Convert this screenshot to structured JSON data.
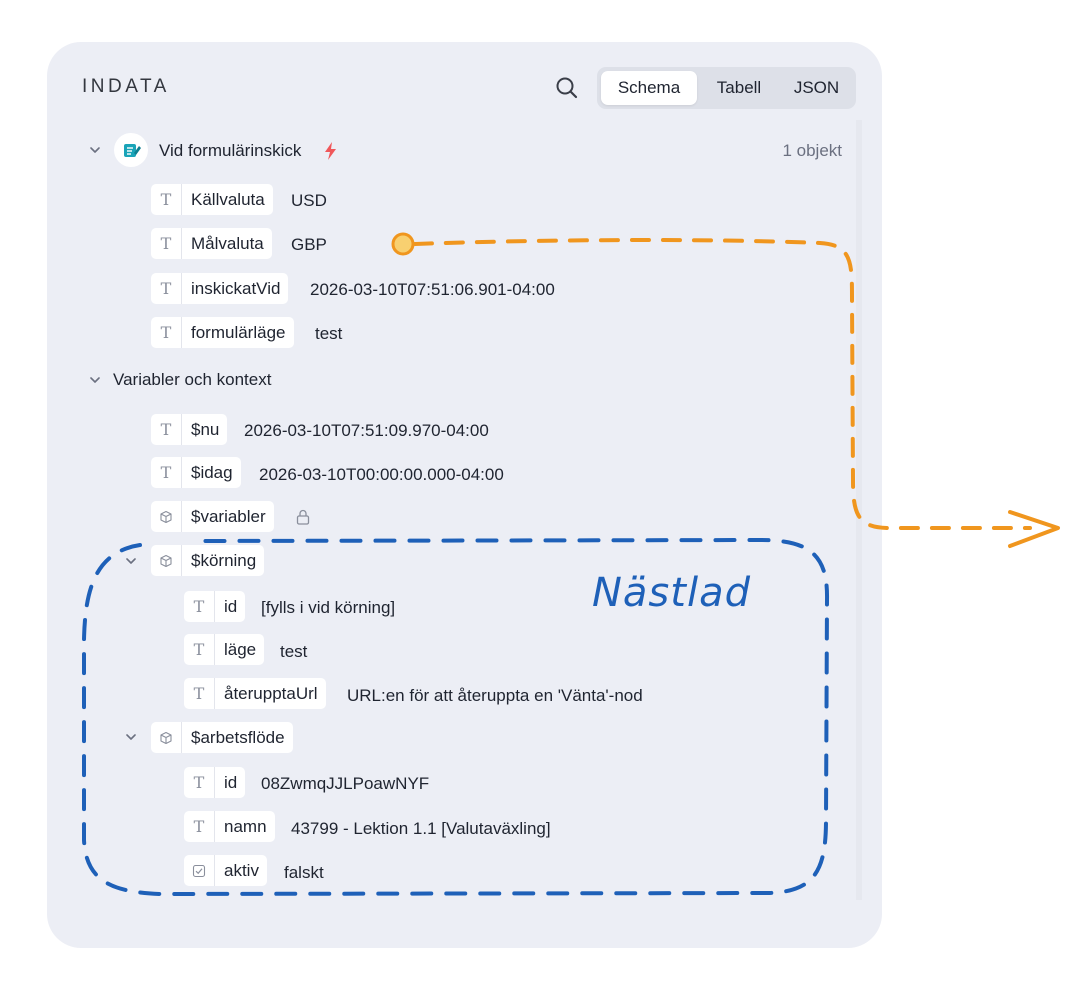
{
  "panel": {
    "title": "INDATA",
    "tabs": [
      "Schema",
      "Tabell",
      "JSON"
    ],
    "active_tab": "Schema"
  },
  "trigger": {
    "label": "Vid formulärinskick",
    "count": "1 objekt",
    "fields": [
      {
        "type": "T",
        "name": "Källvaluta",
        "value": "USD"
      },
      {
        "type": "T",
        "name": "Målvaluta",
        "value": "GBP"
      },
      {
        "type": "T",
        "name": "inskickatVid",
        "value": "2026-03-10T07:51:06.901-04:00"
      },
      {
        "type": "T",
        "name": "formulärläge",
        "value": "test"
      }
    ]
  },
  "context": {
    "label": "Variabler och kontext",
    "fields": [
      {
        "type": "T",
        "name": "$nu",
        "value": "2026-03-10T07:51:09.970-04:00"
      },
      {
        "type": "T",
        "name": "$idag",
        "value": "2026-03-10T00:00:00.000-04:00"
      }
    ],
    "variables": {
      "name": "$variabler"
    },
    "execution": {
      "name": "$körning",
      "fields": [
        {
          "type": "T",
          "name": "id",
          "value": "[fylls i vid körning]"
        },
        {
          "type": "T",
          "name": "läge",
          "value": "test"
        },
        {
          "type": "T",
          "name": "återupptaUrl",
          "value": "URL:en för att återuppta en 'Vänta'-nod"
        }
      ]
    },
    "workflow": {
      "name": "$arbetsflöde",
      "fields": [
        {
          "type": "T",
          "name": "id",
          "value": "08ZwmqJJLPoawNYF"
        },
        {
          "type": "T",
          "name": "namn",
          "value": "43799 - Lektion 1.1 [Valutaväxling]"
        },
        {
          "type": "check",
          "name": "aktiv",
          "value": "falskt"
        }
      ]
    }
  },
  "annotation": {
    "text": "Nästlad"
  },
  "colors": {
    "panel_bg": "#eceef5",
    "accent_orange": "#f0961e",
    "accent_blue": "#1e60b8",
    "bolt": "#f0575a"
  }
}
